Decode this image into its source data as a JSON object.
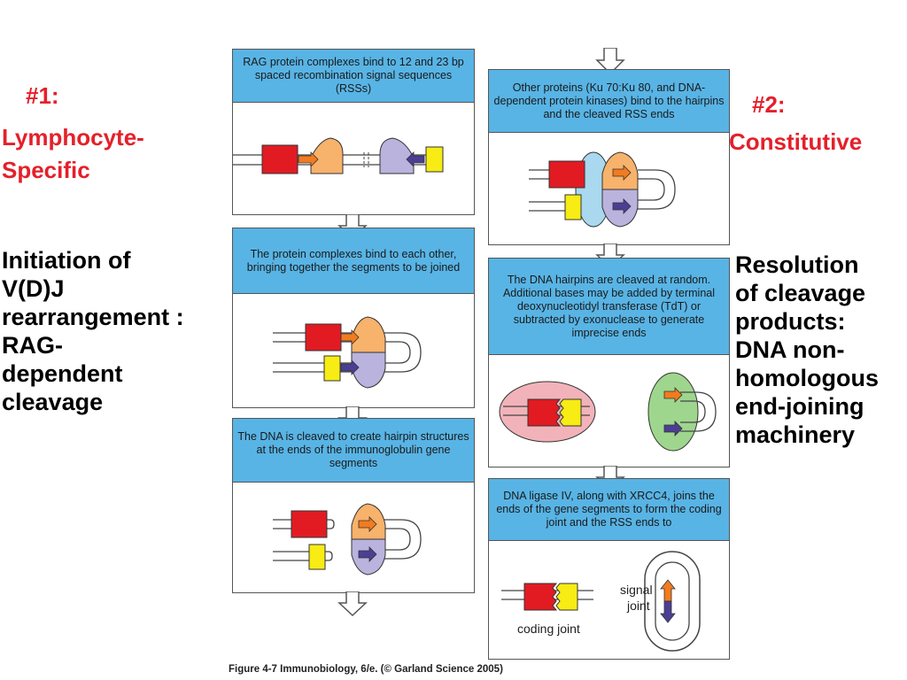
{
  "left_labels": {
    "number": "#1:",
    "line1": "Lymphocyte-",
    "line2": "Specific",
    "desc": [
      "Initiation of",
      "V(D)J",
      "rearrangement :",
      "RAG-",
      "dependent",
      "cleavage"
    ]
  },
  "right_labels": {
    "number": "#2:",
    "line1": "Constitutive",
    "desc": [
      "Resolution",
      "of cleavage",
      "products:",
      "DNA non-",
      "homologous",
      "end-joining",
      "machinery"
    ]
  },
  "panels_left": [
    {
      "text": "RAG protein complexes bind to 12 and 23 bp spaced recombination signal sequences (RSSs)"
    },
    {
      "text": "The protein complexes bind to each other, bringing together the segments to be joined"
    },
    {
      "text": "The DNA is cleaved to create hairpin structures at the ends of the immunoglobulin gene segments"
    }
  ],
  "panels_right": [
    {
      "text": "Other proteins (Ku 70:Ku 80, and DNA-dependent protein kinases) bind to the hairpins and the cleaved RSS ends"
    },
    {
      "text": "The DNA hairpins are cleaved at random. Additional bases may be added by terminal deoxynucleotidyl transferase (TdT) or subtracted by exonuclease to generate imprecise ends"
    },
    {
      "text": "DNA ligase IV, along with XRCC4, joins the ends of the gene segments to form the coding joint and the RSS ends to"
    }
  ],
  "final_labels": {
    "signal_joint_1": "signal",
    "signal_joint_2": "joint",
    "coding_joint": "coding joint"
  },
  "caption": "Figure 4-7  Immunobiology, 6/e. (© Garland Science 2005)",
  "colors": {
    "red_text": "#e4202a",
    "panel_head": "#58b4e5",
    "red_segment": "#e21b23",
    "yellow_segment": "#f7ec13",
    "orange_rag": "#f7b26b",
    "lavender_rag": "#b9b3de",
    "arrow_orange": "#f27b1f",
    "arrow_purple": "#4b3f94",
    "ku_blue": "#a9d8ef",
    "pink_complex": "#f1b3b9",
    "green_complex": "#9fd68e"
  }
}
